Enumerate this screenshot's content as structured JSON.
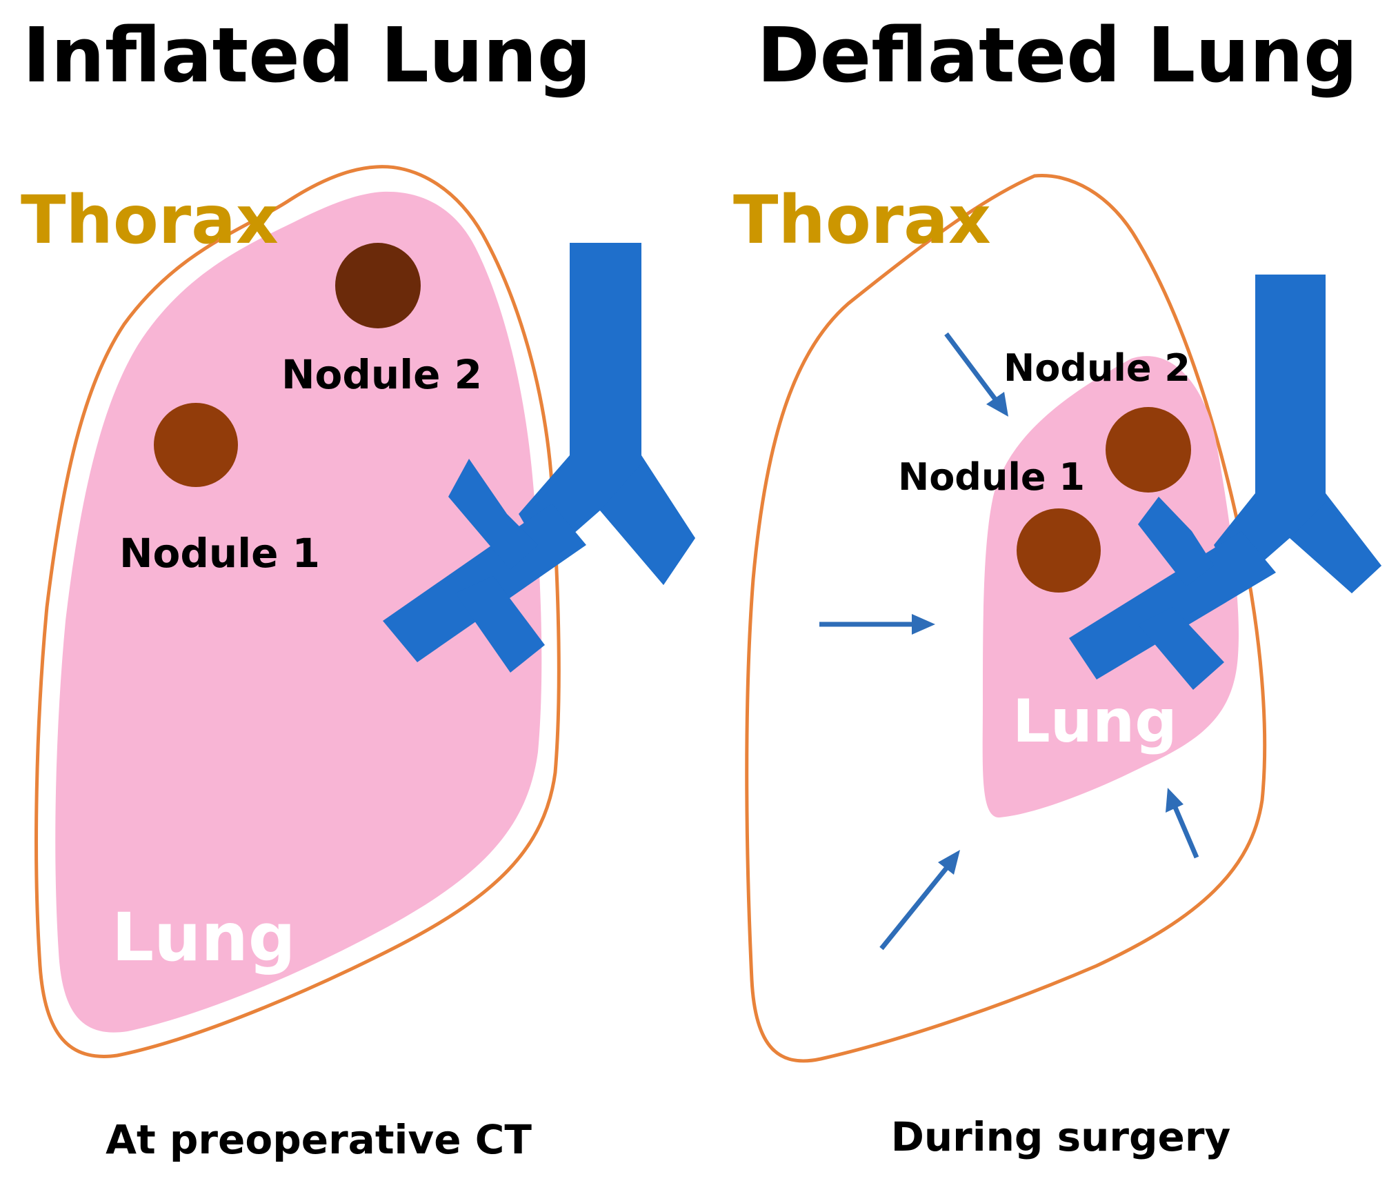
{
  "colors": {
    "thorax_outline": "#E8823A",
    "thorax_label": "#CC9600",
    "lung_fill": "#F8B5D5",
    "nodule_dark": "#6B2A0A",
    "nodule": "#923C0A",
    "bronchus": "#1F6FCB",
    "arrow": "#2E6DB8",
    "lung_label": "#FFFFFF"
  },
  "panels": [
    {
      "title": "Inflated Lung",
      "thorax_label": "Thorax",
      "lung_label": "Lung",
      "nodules": [
        {
          "label": "Nodule 1"
        },
        {
          "label": "Nodule 2"
        }
      ],
      "caption": "At preoperative CT"
    },
    {
      "title": "Deflated Lung",
      "thorax_label": "Thorax",
      "lung_label": "Lung",
      "nodules": [
        {
          "label": "Nodule 1"
        },
        {
          "label": "Nodule 2"
        }
      ],
      "caption": "During surgery"
    }
  ]
}
